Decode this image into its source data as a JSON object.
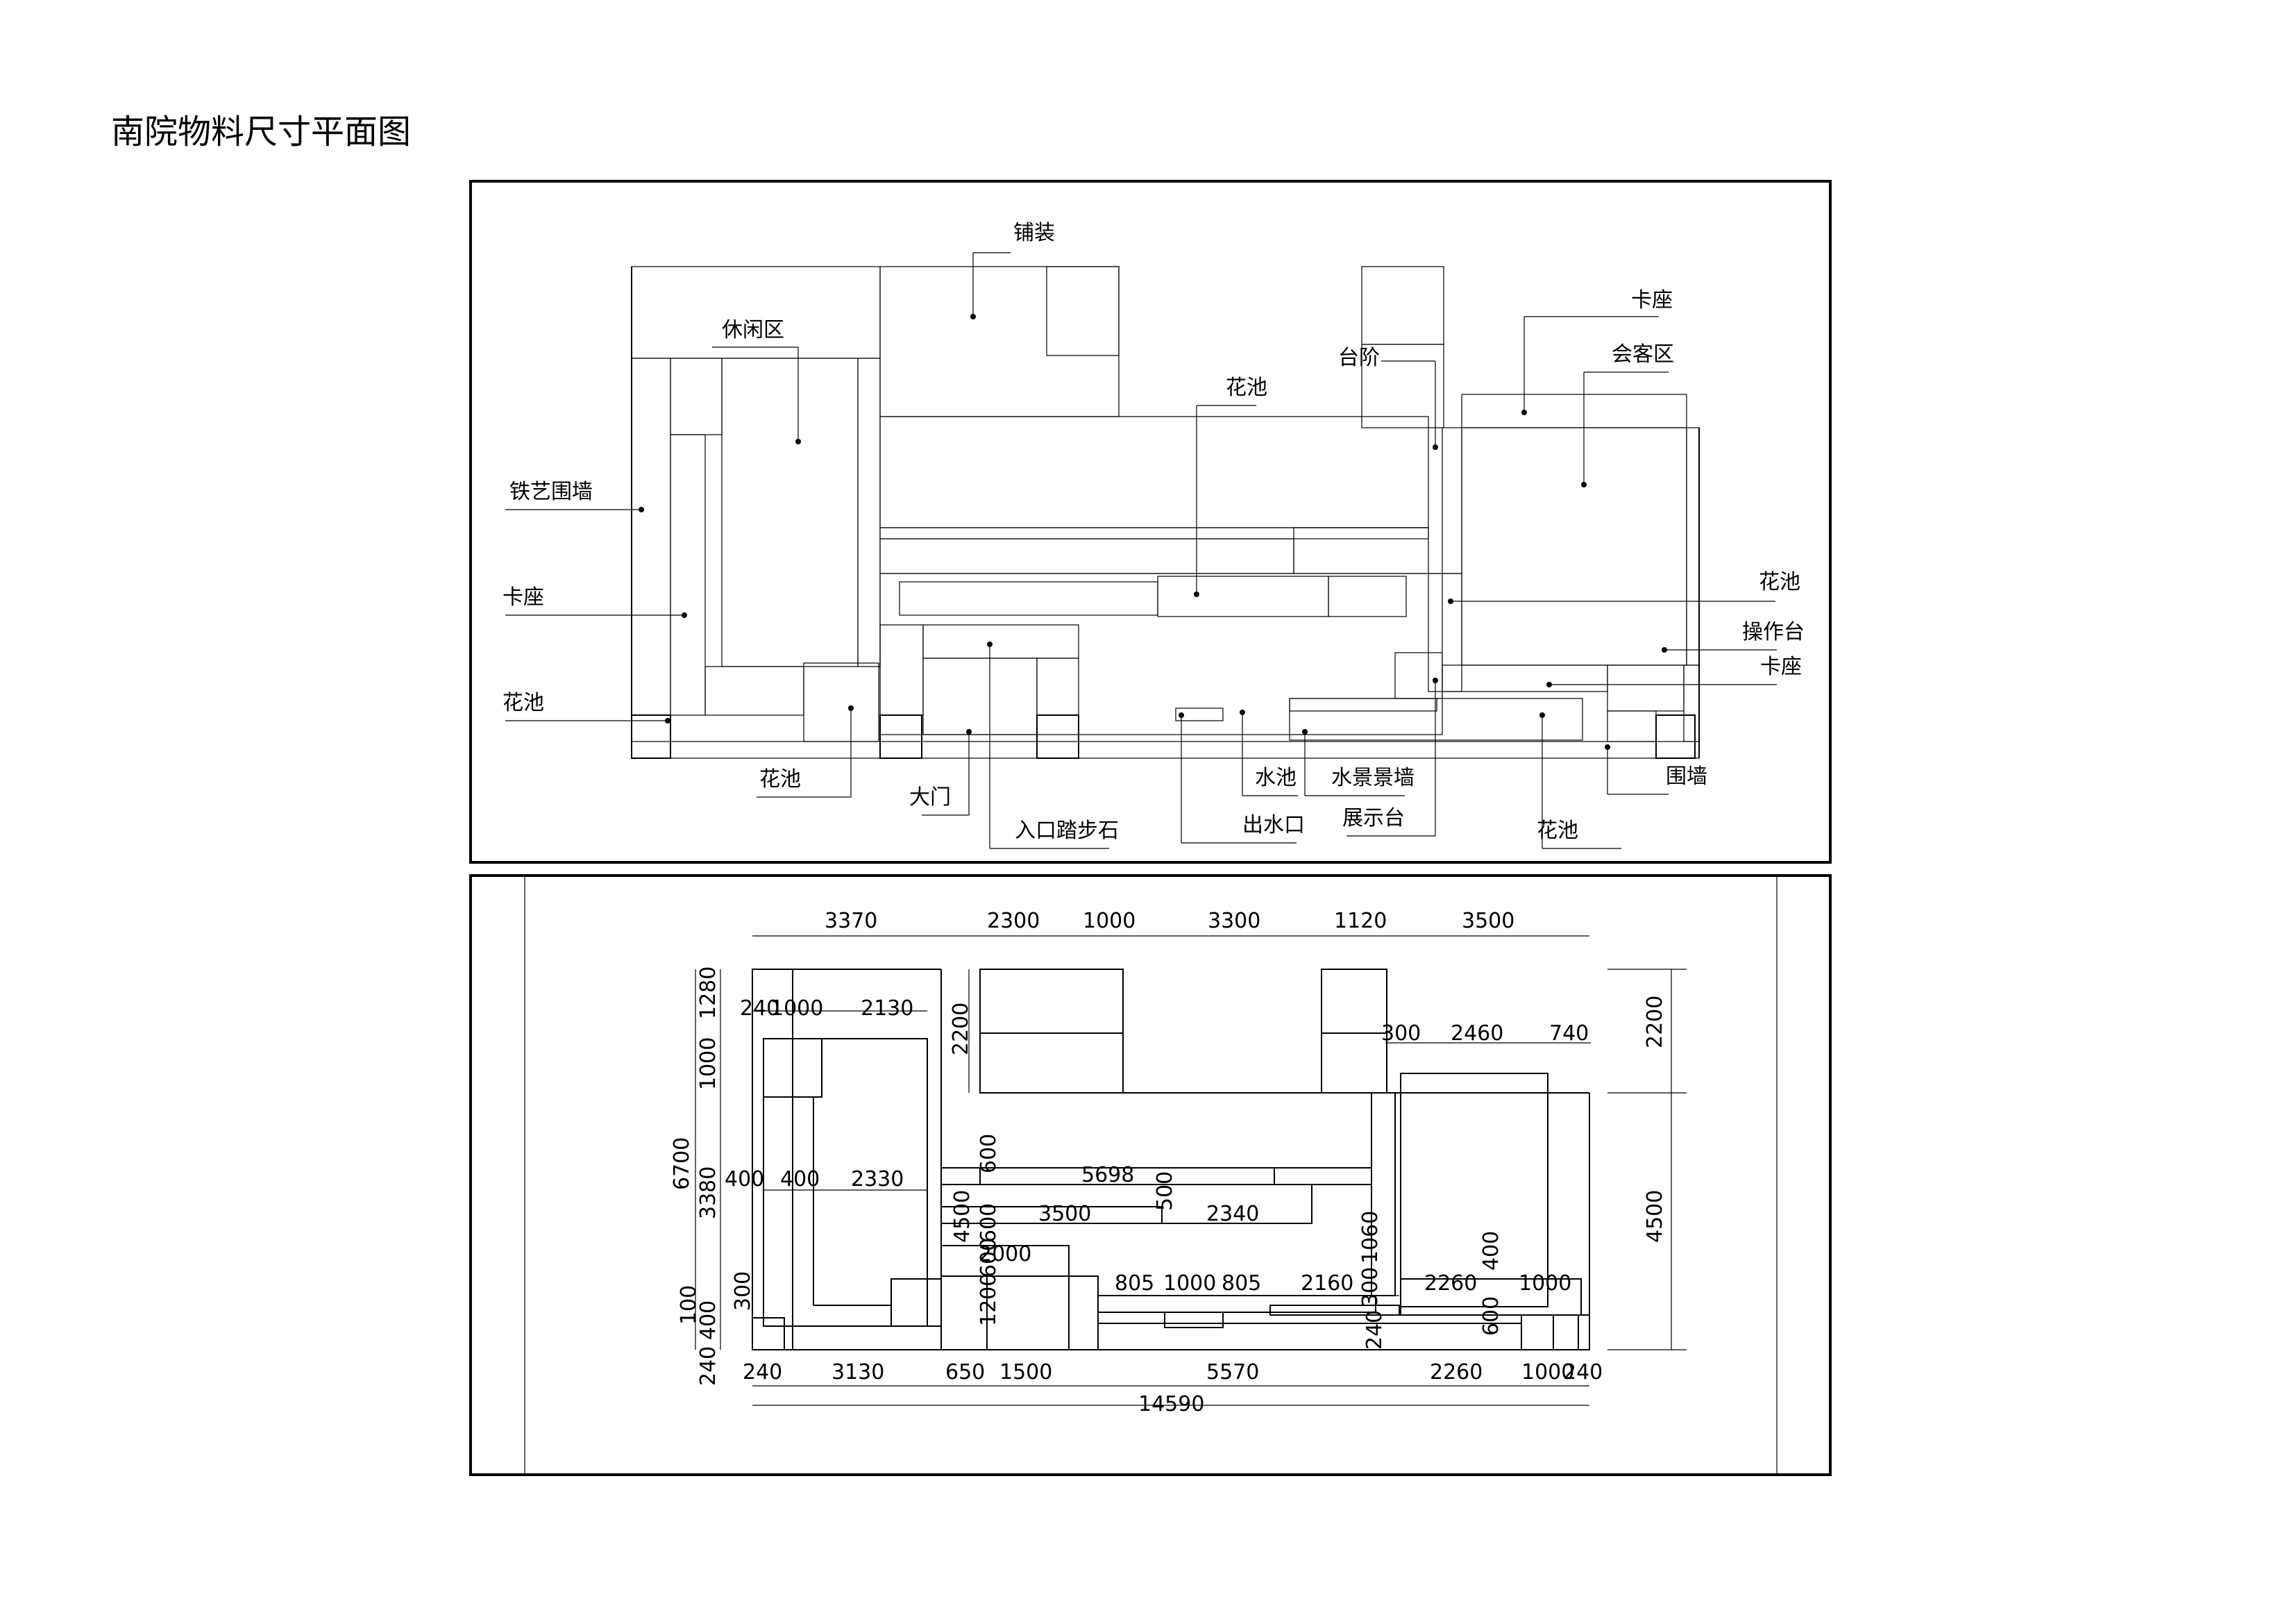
{
  "title": "南院物料尺寸平面图",
  "plan_labels": {
    "paving": "铺装",
    "leisure": "休闲区",
    "steps": "台阶",
    "planter_top": "花池",
    "booth_top": "卡座",
    "meeting": "会客区",
    "iron_fence": "铁艺围墙",
    "booth_left": "卡座",
    "planter_left": "花池",
    "planter_right": "花池",
    "counter": "操作台",
    "booth_right": "卡座",
    "planter_bottom_left": "花池",
    "gate": "大门",
    "stepping_stone": "入口踏步石",
    "pool": "水池",
    "water_wall": "水景景墙",
    "outlet": "出水口",
    "display": "展示台",
    "planter_bottom_right": "花池",
    "boundary_wall": "围墙"
  },
  "dims": {
    "top": [
      "3370",
      "2300",
      "1000",
      "3300",
      "1120",
      "3500"
    ],
    "bottom": [
      "240",
      "3130",
      "650",
      "1500",
      "5570",
      "2260",
      "1000",
      "240"
    ],
    "total": "14590",
    "left_outer": "6700",
    "left_inner": [
      "1280",
      "1000",
      "3380",
      "100",
      "400",
      "240"
    ],
    "right": [
      "2200",
      "4500"
    ],
    "inner_top_left": [
      "240",
      "1000",
      "2130"
    ],
    "inner_mid_left": [
      "400",
      "400",
      "2330"
    ],
    "inner_right_top": [
      "300",
      "2460",
      "740"
    ],
    "v_2200": "2200",
    "v_600": "600",
    "d_5698": "5698",
    "d_500": "500",
    "d_3500": "3500",
    "d_2340": "2340",
    "d_4500": "4500",
    "d_600b": "600",
    "d_600c": "600",
    "d_2000": "2000",
    "d_1200": "1200",
    "d_300": "300",
    "d_805a": "805",
    "d_1000": "1000",
    "d_805b": "805",
    "d_2160": "2160",
    "d_300b": "300",
    "d_1060": "1060",
    "d_2260": "2260",
    "d_400": "400",
    "d_1000b": "1000",
    "d_240b": "240",
    "d_600d": "600"
  }
}
